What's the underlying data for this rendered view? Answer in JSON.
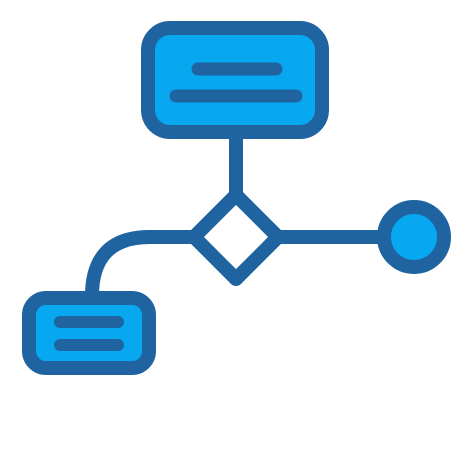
{
  "icon": {
    "name": "flowchart-icon",
    "colors": {
      "stroke": "#1f64a0",
      "fill_blue": "#07a8f0",
      "fill_white": "#ffffff",
      "background": "#ffffff"
    },
    "elements": [
      "top-process-box",
      "connector-vertical",
      "decision-diamond",
      "connector-right",
      "end-circle",
      "curved-connector-left",
      "bottom-process-box"
    ]
  }
}
